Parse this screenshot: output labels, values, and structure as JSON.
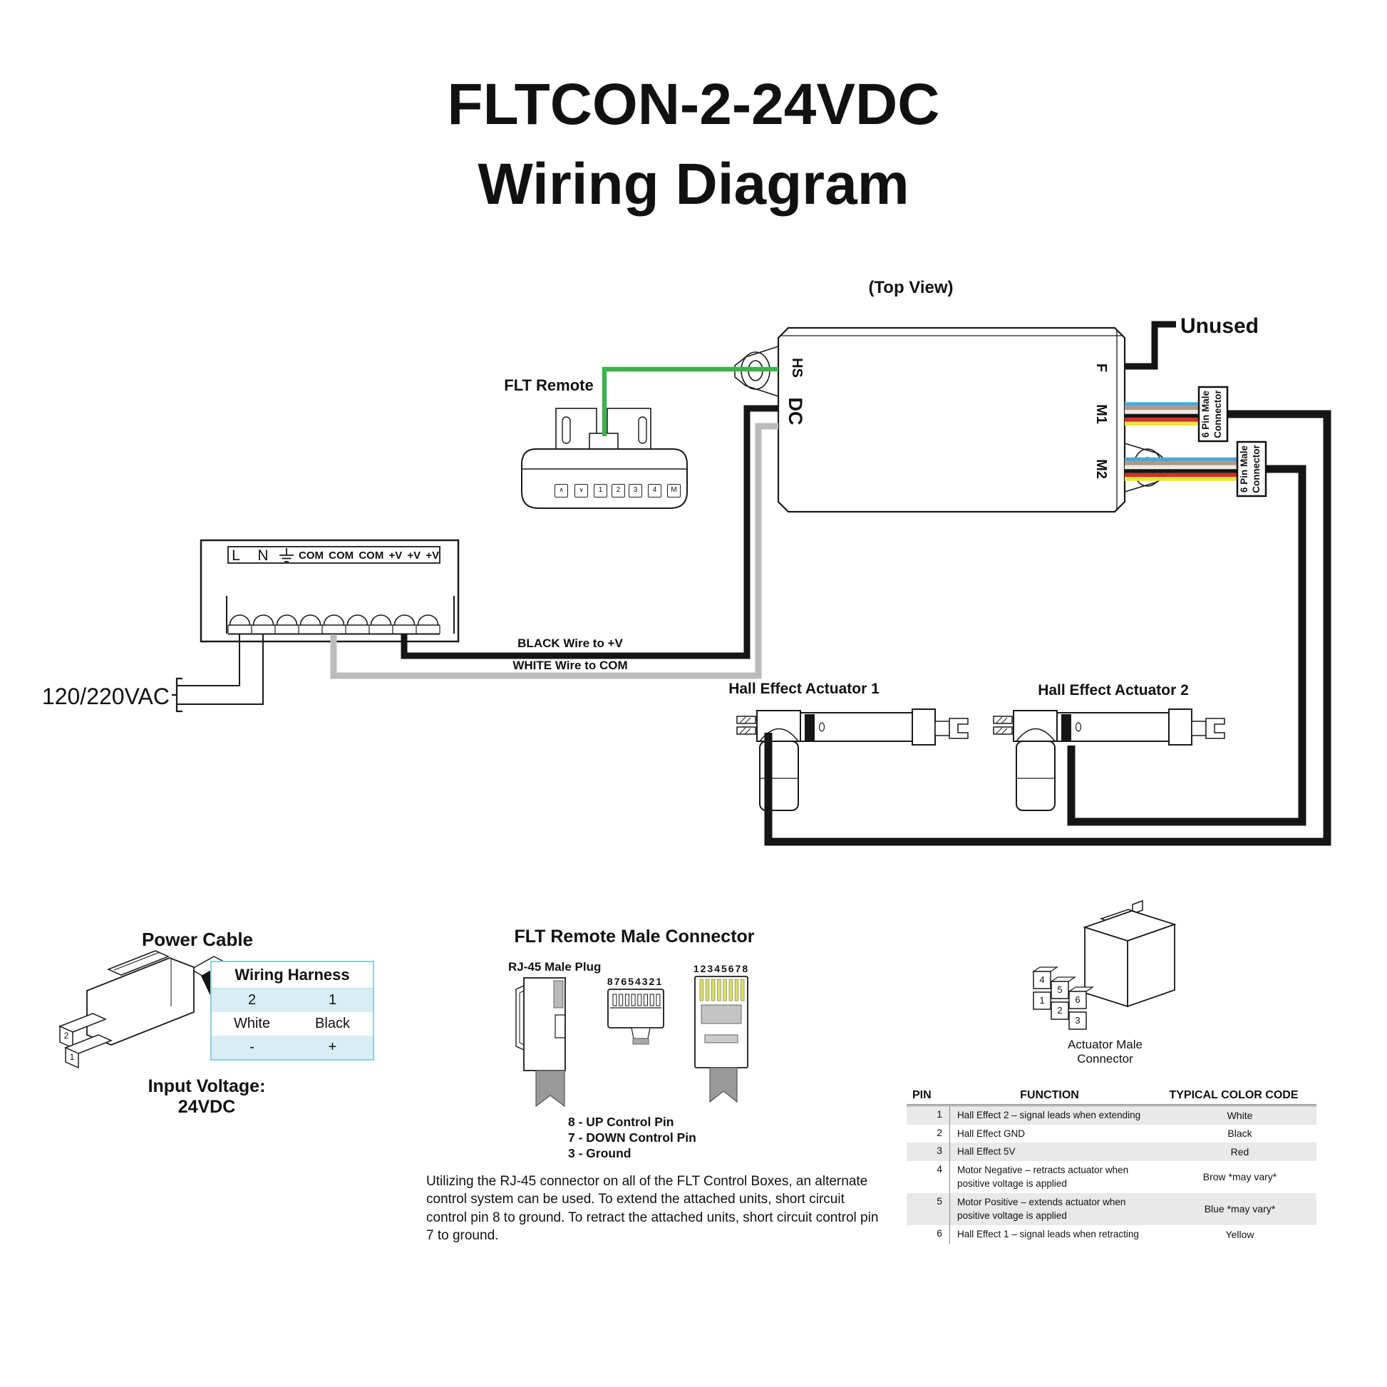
{
  "title": {
    "line1": "FLTCON-2-24VDC",
    "line2": "Wiring Diagram"
  },
  "diagram": {
    "top_view_label": "(Top View)",
    "remote_label": "FLT Remote",
    "unused_label": "Unused",
    "ac_label": "120/220VAC",
    "black_wire_label": "BLACK Wire to +V",
    "white_wire_label": "WHITE Wire to COM",
    "actuator1_label": "Hall Effect Actuator 1",
    "actuator2_label": "Hall Effect Actuator 2",
    "ports": {
      "hs": "HS",
      "dc": "DC",
      "f": "F",
      "m1": "M1",
      "m2": "M2"
    },
    "pin6_connector": {
      "line1": "6 Pin Male",
      "line2": "Connector"
    },
    "terminal_strip": {
      "l": "L",
      "n": "N",
      "rest": "COM COM COM +V +V +V"
    },
    "remote_buttons": [
      "∧",
      "∨",
      "1",
      "2",
      "3",
      "4",
      "M"
    ]
  },
  "power_cable": {
    "title": "Power Cable",
    "connector_pin_top": "2",
    "connector_pin_bottom": "1",
    "table": {
      "header": "Wiring Harness",
      "rows": [
        [
          "2",
          "1"
        ],
        [
          "White",
          "Black"
        ],
        [
          "-",
          "+"
        ]
      ]
    },
    "input_voltage_label": "Input Voltage:",
    "input_voltage_value": "24VDC"
  },
  "flt_connector": {
    "title": "FLT Remote Male Connector",
    "rj45_label": "RJ-45 Male Plug",
    "pins_bottom_view": "87654321",
    "pins_front_view": "12345678",
    "pin_notes": [
      "8 - UP Control Pin",
      "7 - DOWN Control Pin",
      "3 - Ground"
    ],
    "paragraph": "Utilizing the RJ-45 connector on all of the FLT Control Boxes, an alternate control system can be used. To extend the attached units, short circuit control pin 8 to ground. To retract the attached units, short circuit control pin 7 to ground."
  },
  "actuator_connector": {
    "caption_line1": "Actuator Male",
    "caption_line2": "Connector",
    "pins": [
      "4",
      "5",
      "6",
      "1",
      "2",
      "3"
    ]
  },
  "pin_table": {
    "headers": [
      "PIN",
      "FUNCTION",
      "TYPICAL COLOR CODE"
    ],
    "rows": [
      {
        "pin": "1",
        "function": "Hall Effect 2 – signal leads when extending",
        "color": "White"
      },
      {
        "pin": "2",
        "function": "Hall Effect GND",
        "color": "Black"
      },
      {
        "pin": "3",
        "function": "Hall Effect 5V",
        "color": "Red"
      },
      {
        "pin": "4",
        "function": "Motor Negative – retracts actuator when positive voltage is applied",
        "color": "Brow  *may vary*"
      },
      {
        "pin": "5",
        "function": "Motor Positive – extends actuator when positive voltage is applied",
        "color": "Blue  *may vary*"
      },
      {
        "pin": "6",
        "function": "Hall Effect 1 – signal leads when retracting",
        "color": "Yellow"
      }
    ]
  },
  "colors": {
    "green_wire": "#3bb34e",
    "gray_wire": "#bcbcbc",
    "black_wire": "#151515",
    "ribbon": [
      "#4aa8d8",
      "#b09880",
      "#eceae2",
      "#151515",
      "#d03028",
      "#f2e23c"
    ],
    "harness_border": "#8fd0e4",
    "harness_row": "#d9edf5",
    "rj45_pin": "#dde06a",
    "table_zebra": "#e9e9e9"
  }
}
